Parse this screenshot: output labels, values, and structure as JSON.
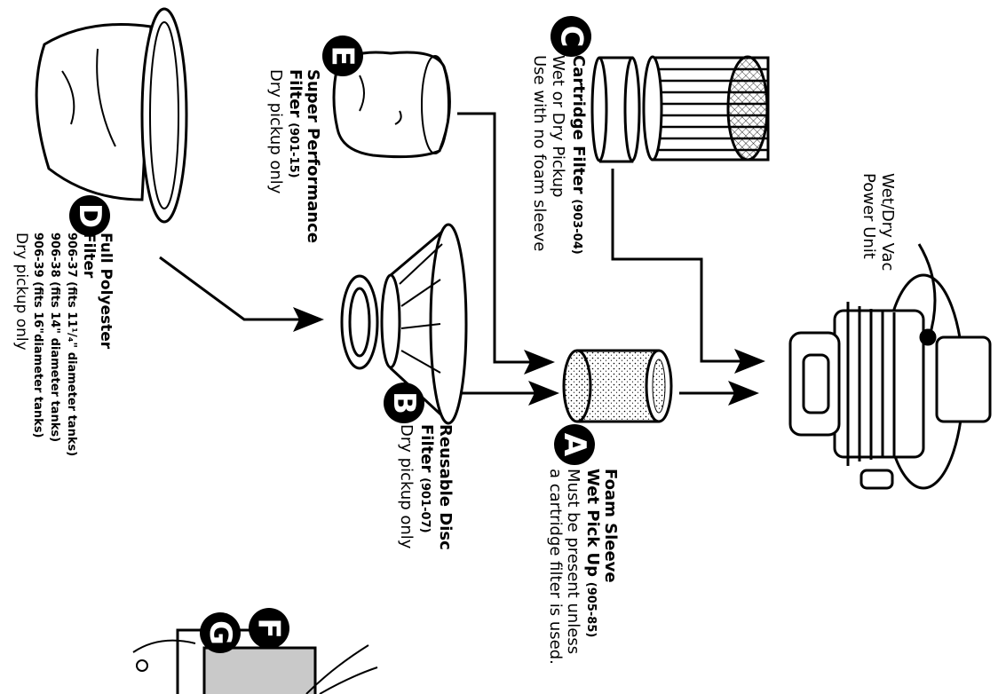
{
  "power_unit": {
    "line1": "Wet/Dry Vac",
    "line2": "Power Unit"
  },
  "filter_a": {
    "letter": "A",
    "title_1": "Foam Sleeve",
    "title_2": "Wet Pick Up",
    "part": "(905-85)",
    "note_1": "Must be present unless",
    "note_2": "a cartridge filter is used."
  },
  "filter_b": {
    "letter": "B",
    "title_1": "Reusable Disc",
    "title_2": "Filter",
    "part": "(901-07)",
    "note": "Dry pickup only"
  },
  "filter_c": {
    "letter": "C",
    "title": "Cartridge Filter",
    "part": "(903-04)",
    "note_1": "Wet or Dry Pickup",
    "note_2": "Use with no foam sleeve"
  },
  "filter_d": {
    "letter": "D",
    "title_1": "Full Polyester",
    "title_2": "Filter",
    "models": [
      "906-37 (fits 11¹/₄\" diameter tanks)",
      "906-38 (fits 14\" diameter tanks)",
      "906-39 (fits 16\"diameter tanks)"
    ],
    "note": "Dry pickup only"
  },
  "filter_e": {
    "letter": "E",
    "title_1": "Super Performance",
    "title_2": "Filter",
    "part": "(901-15)",
    "note": "Dry pickup only"
  },
  "filter_f": {
    "letter": "F"
  },
  "filter_g": {
    "letter": "G"
  }
}
